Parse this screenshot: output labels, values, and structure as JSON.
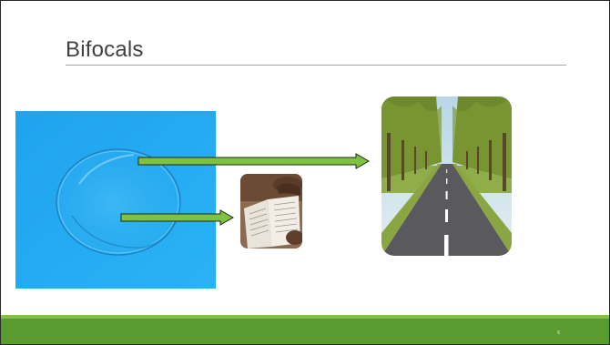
{
  "slide": {
    "title": "Bifocals",
    "slide_number": "6"
  },
  "colors": {
    "title_text": "#404040",
    "rule": "#a6a6a6",
    "footer_dark": "#5a9b2f",
    "footer_light": "#83c13f",
    "arrow_fill": "#7dc243",
    "arrow_stroke": "#1f2a10",
    "lens_background": "#29a8ef"
  },
  "images": {
    "lens": "bifocal-contact-lens-photo",
    "book": "person-reading-book-photo",
    "road": "tree-lined-road-photo"
  }
}
